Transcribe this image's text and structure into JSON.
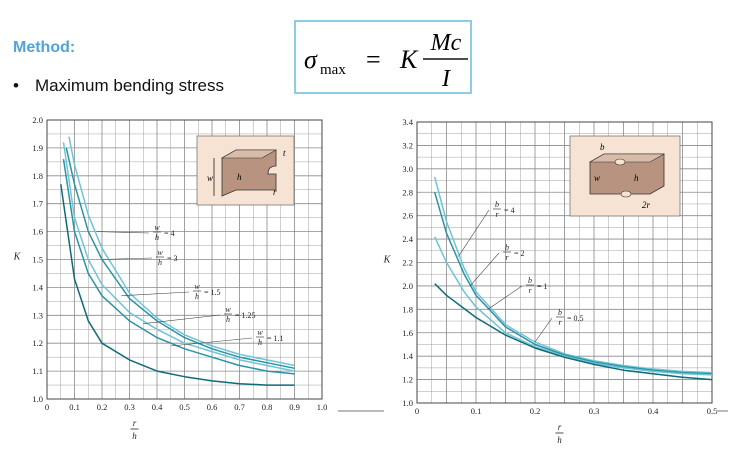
{
  "header": {
    "method_label": "Method:",
    "bullet_symbol": "•",
    "bullet_text": "Maximum bending stress"
  },
  "formula": {
    "lhs_symbol": "σ",
    "lhs_subscript": "max",
    "equals": "=",
    "coefficient": "K",
    "numerator": "Mc",
    "denominator": "I"
  },
  "colors": {
    "accent": "#4ea5d9",
    "formula_border": "#8ecbe9",
    "curve_dark": "#0f6a78",
    "curve_mid": "#2a93a6",
    "curve_light": "#6fc5d6",
    "inset_fill": "#f7e3d3",
    "grid": "#8a8a8a"
  },
  "chart_data": [
    {
      "type": "line",
      "ylabel": "K",
      "xlabel_num": "r",
      "xlabel_den": "h",
      "xlim": [
        0,
        1.0
      ],
      "ylim": [
        1.0,
        2.0
      ],
      "x_ticks": [
        "0",
        "0.1",
        "0.2",
        "0.3",
        "0.4",
        "0.5",
        "0.6",
        "0.7",
        "0.8",
        "0.9",
        "1.0"
      ],
      "y_ticks": [
        "1.0",
        "1.1",
        "1.2",
        "1.3",
        "1.4",
        "1.5",
        "1.6",
        "1.7",
        "1.8",
        "1.9",
        "2.0"
      ],
      "grid": true,
      "inset_labels": {
        "w": "w",
        "h": "h",
        "r": "r",
        "t": "t"
      },
      "series": [
        {
          "param_num": "w",
          "param_den": "h",
          "param_value": "= 4",
          "x": [
            0.08,
            0.1,
            0.15,
            0.2,
            0.3,
            0.4,
            0.5,
            0.6,
            0.7,
            0.8,
            0.9
          ],
          "y": [
            1.94,
            1.84,
            1.66,
            1.54,
            1.38,
            1.29,
            1.23,
            1.19,
            1.16,
            1.14,
            1.12
          ]
        },
        {
          "param_num": "w",
          "param_den": "h",
          "param_value": "= 3",
          "x": [
            0.07,
            0.1,
            0.15,
            0.2,
            0.3,
            0.4,
            0.5,
            0.6,
            0.7,
            0.8,
            0.9
          ],
          "y": [
            1.9,
            1.77,
            1.6,
            1.5,
            1.36,
            1.28,
            1.22,
            1.18,
            1.15,
            1.13,
            1.11
          ]
        },
        {
          "param_num": "w",
          "param_den": "h",
          "param_value": "= 1.5",
          "x": [
            0.06,
            0.1,
            0.15,
            0.2,
            0.3,
            0.4,
            0.5,
            0.6,
            0.7,
            0.8,
            0.9
          ],
          "y": [
            1.92,
            1.65,
            1.5,
            1.41,
            1.31,
            1.25,
            1.2,
            1.17,
            1.14,
            1.12,
            1.1
          ]
        },
        {
          "param_num": "w",
          "param_den": "h",
          "param_value": "= 1.25",
          "x": [
            0.06,
            0.1,
            0.15,
            0.2,
            0.3,
            0.4,
            0.5,
            0.6,
            0.7,
            0.8,
            0.9
          ],
          "y": [
            1.86,
            1.6,
            1.45,
            1.37,
            1.28,
            1.22,
            1.18,
            1.15,
            1.12,
            1.1,
            1.09
          ]
        },
        {
          "param_num": "w",
          "param_den": "h",
          "param_value": "= 1.1",
          "x": [
            0.05,
            0.1,
            0.15,
            0.2,
            0.3,
            0.4,
            0.5,
            0.6,
            0.7,
            0.8,
            0.9
          ],
          "y": [
            1.77,
            1.43,
            1.28,
            1.2,
            1.14,
            1.1,
            1.08,
            1.065,
            1.055,
            1.05,
            1.05
          ]
        }
      ]
    },
    {
      "type": "line",
      "ylabel": "K",
      "xlabel_num": "r",
      "xlabel_den": "h",
      "xlim": [
        0,
        0.5
      ],
      "ylim": [
        1.0,
        3.4
      ],
      "x_ticks": [
        "0",
        "0.1",
        "0.2",
        "0.3",
        "0.4",
        "0.5"
      ],
      "y_ticks": [
        "1.0",
        "1.2",
        "1.4",
        "1.6",
        "1.8",
        "2.0",
        "2.2",
        "2.4",
        "2.6",
        "2.8",
        "3.0",
        "3.2",
        "3.4"
      ],
      "grid": true,
      "inset_labels": {
        "b": "b",
        "w": "w",
        "h": "h",
        "two_r": "2r"
      },
      "series": [
        {
          "param_num": "b",
          "param_den": "r",
          "param_value": "= 4",
          "x": [
            0.03,
            0.05,
            0.08,
            0.1,
            0.15,
            0.2,
            0.25,
            0.3,
            0.35,
            0.4,
            0.45,
            0.5
          ],
          "y": [
            2.93,
            2.55,
            2.15,
            1.95,
            1.67,
            1.52,
            1.42,
            1.36,
            1.32,
            1.29,
            1.27,
            1.26
          ]
        },
        {
          "param_num": "b",
          "param_den": "r",
          "param_value": "= 2",
          "x": [
            0.03,
            0.05,
            0.08,
            0.1,
            0.15,
            0.2,
            0.25,
            0.3,
            0.35,
            0.4,
            0.45,
            0.5
          ],
          "y": [
            2.8,
            2.45,
            2.1,
            1.92,
            1.65,
            1.5,
            1.41,
            1.35,
            1.31,
            1.28,
            1.26,
            1.25
          ]
        },
        {
          "param_num": "b",
          "param_den": "r",
          "param_value": "= 1",
          "x": [
            0.03,
            0.05,
            0.08,
            0.1,
            0.15,
            0.2,
            0.25,
            0.3,
            0.35,
            0.4,
            0.45,
            0.5
          ],
          "y": [
            2.42,
            2.2,
            1.95,
            1.82,
            1.6,
            1.48,
            1.4,
            1.34,
            1.3,
            1.27,
            1.25,
            1.24
          ]
        },
        {
          "param_num": "b",
          "param_den": "r",
          "param_value": "= 0.5",
          "x": [
            0.03,
            0.05,
            0.1,
            0.15,
            0.2,
            0.25,
            0.3,
            0.35,
            0.4,
            0.45,
            0.5
          ],
          "y": [
            2.02,
            1.92,
            1.73,
            1.58,
            1.47,
            1.39,
            1.33,
            1.28,
            1.25,
            1.22,
            1.2
          ]
        }
      ]
    }
  ]
}
